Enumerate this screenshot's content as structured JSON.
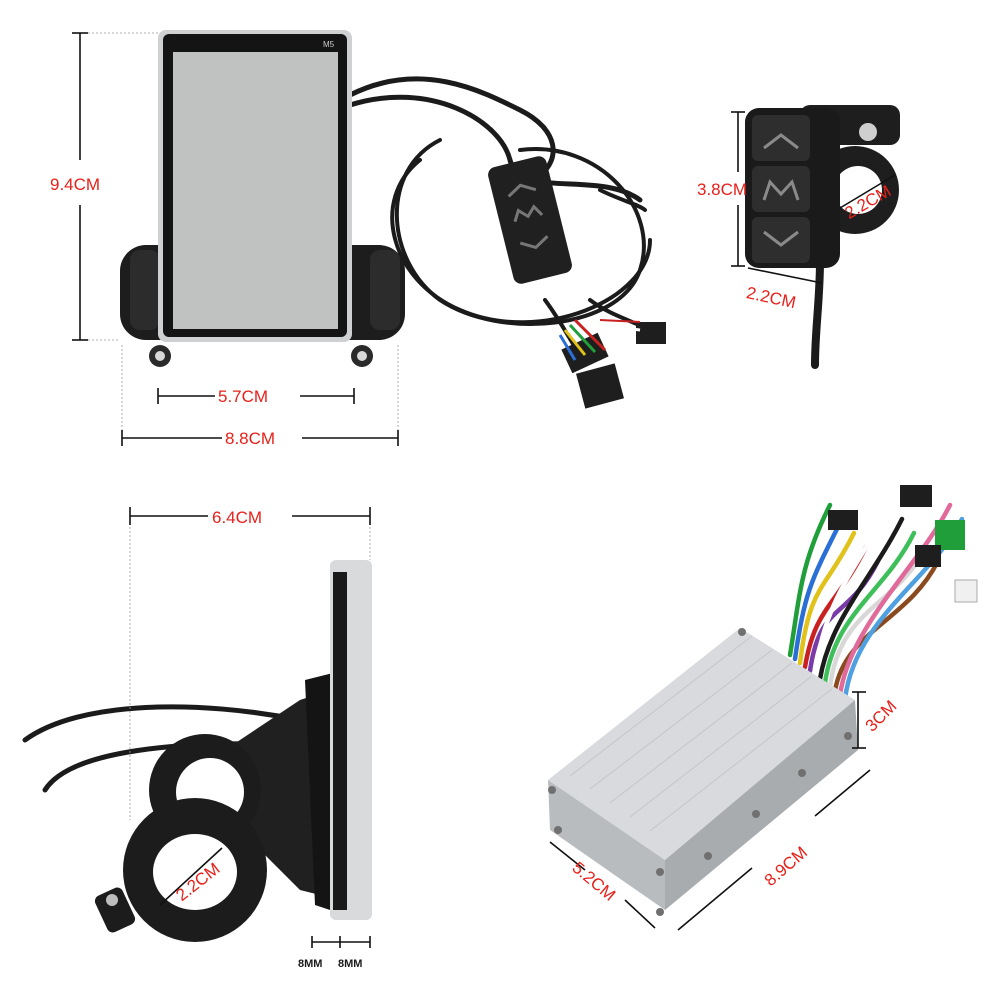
{
  "dimensions": {
    "display_height": "9.4CM",
    "display_mount_spacing": "5.7CM",
    "display_width": "8.8CM",
    "button_height": "3.8CM",
    "button_clamp_diameter": "2.2CM",
    "button_width": "2.2CM",
    "side_depth": "6.4CM",
    "side_clamp_diameter": "2.2CM",
    "side_thickness_a": "8MM",
    "side_thickness_b": "8MM",
    "controller_height": "3CM",
    "controller_length": "8.9CM",
    "controller_width": "5.2CM"
  },
  "display": {
    "model_label": "M5"
  },
  "colors": {
    "dimension_text": "#e8201a",
    "controller_body": "#c9cbce",
    "rubber": "#1b1b1b"
  },
  "wire_colors": [
    "#1f9e3a",
    "#2a6fd6",
    "#e0c21a",
    "#c92020",
    "#7a3aa8",
    "#ffffff",
    "#1b1b1b",
    "#3fbf5a",
    "#d8d8d8",
    "#8a4a20",
    "#e06a9a",
    "#4fa0e0"
  ]
}
